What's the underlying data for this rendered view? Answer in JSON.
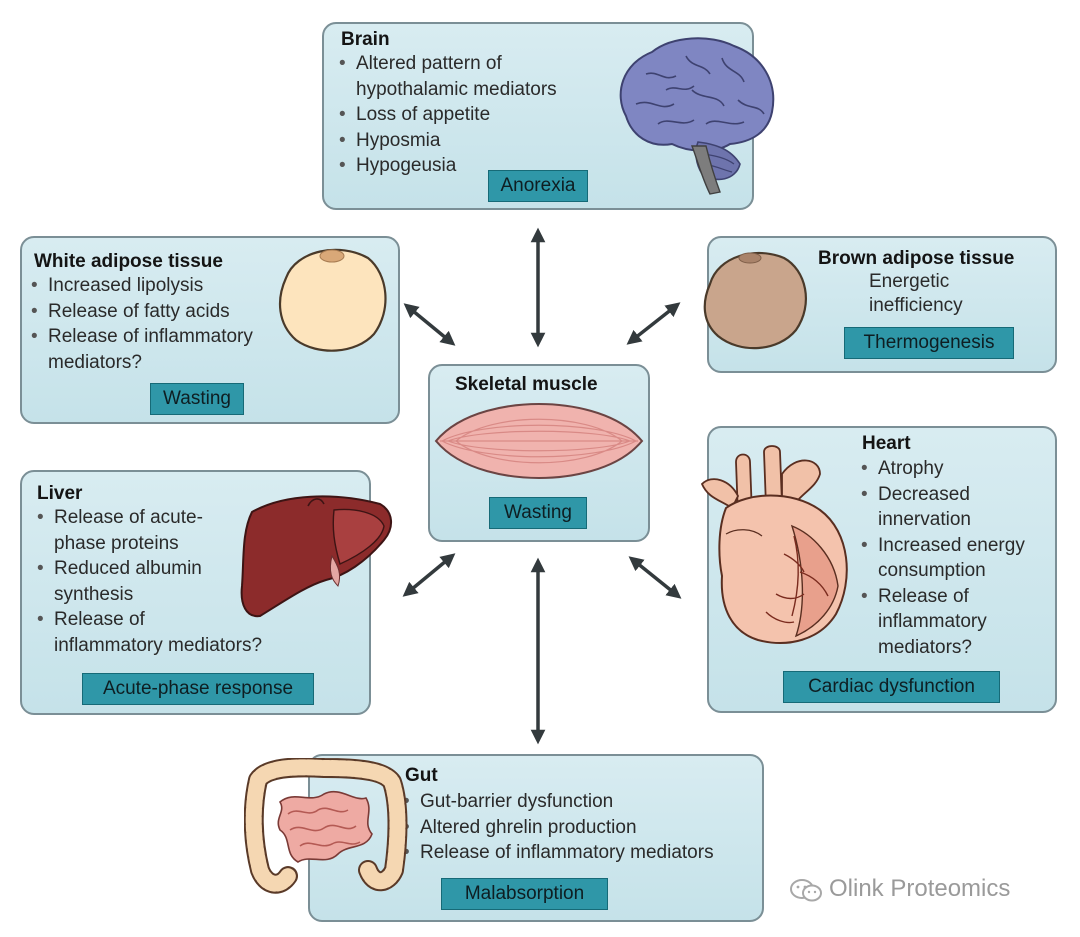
{
  "center": {
    "title": "Skeletal muscle",
    "tag": "Wasting"
  },
  "brain": {
    "title": "Brain",
    "items": [
      "Altered pattern of",
      "hypothalamic mediators",
      "Loss of appetite",
      "Hyposmia",
      "Hypogeusia"
    ],
    "tag": "Anorexia"
  },
  "white_adipose": {
    "title": "White adipose tissue",
    "items": [
      "Increased lipolysis",
      "Release of fatty acids",
      "Release of inflammatory",
      "mediators?"
    ],
    "tag": "Wasting"
  },
  "brown_adipose": {
    "title": "Brown adipose tissue",
    "lines": [
      "Energetic",
      "inefficiency"
    ],
    "tag": "Thermogenesis"
  },
  "liver": {
    "title": "Liver",
    "items": [
      "Release of acute-",
      "phase proteins",
      "Reduced albumin",
      "synthesis",
      "Release of",
      "inflammatory mediators?"
    ],
    "tag": "Acute-phase response"
  },
  "heart": {
    "title": "Heart",
    "items": [
      "Atrophy",
      "Decreased",
      "innervation",
      "Increased energy",
      "consumption",
      "Release of",
      "inflammatory",
      "mediators?"
    ],
    "tag": "Cardiac dysfunction"
  },
  "gut": {
    "title": "Gut",
    "items": [
      "Gut-barrier dysfunction",
      "Altered ghrelin production",
      "Release of inflammatory mediators"
    ],
    "tag": "Malabsorption"
  },
  "watermark": "Olink Proteomics",
  "icons": [
    "brain-illustration",
    "white-fat-cell-illustration",
    "brown-fat-cell-illustration",
    "muscle-illustration",
    "liver-illustration",
    "heart-illustration",
    "intestine-illustration",
    "wechat-icon"
  ],
  "colors": {
    "panel": "#cfe7ed",
    "panel_border": "#7b8f96",
    "tag": "#2f97a8",
    "arrow": "#333a3d"
  }
}
